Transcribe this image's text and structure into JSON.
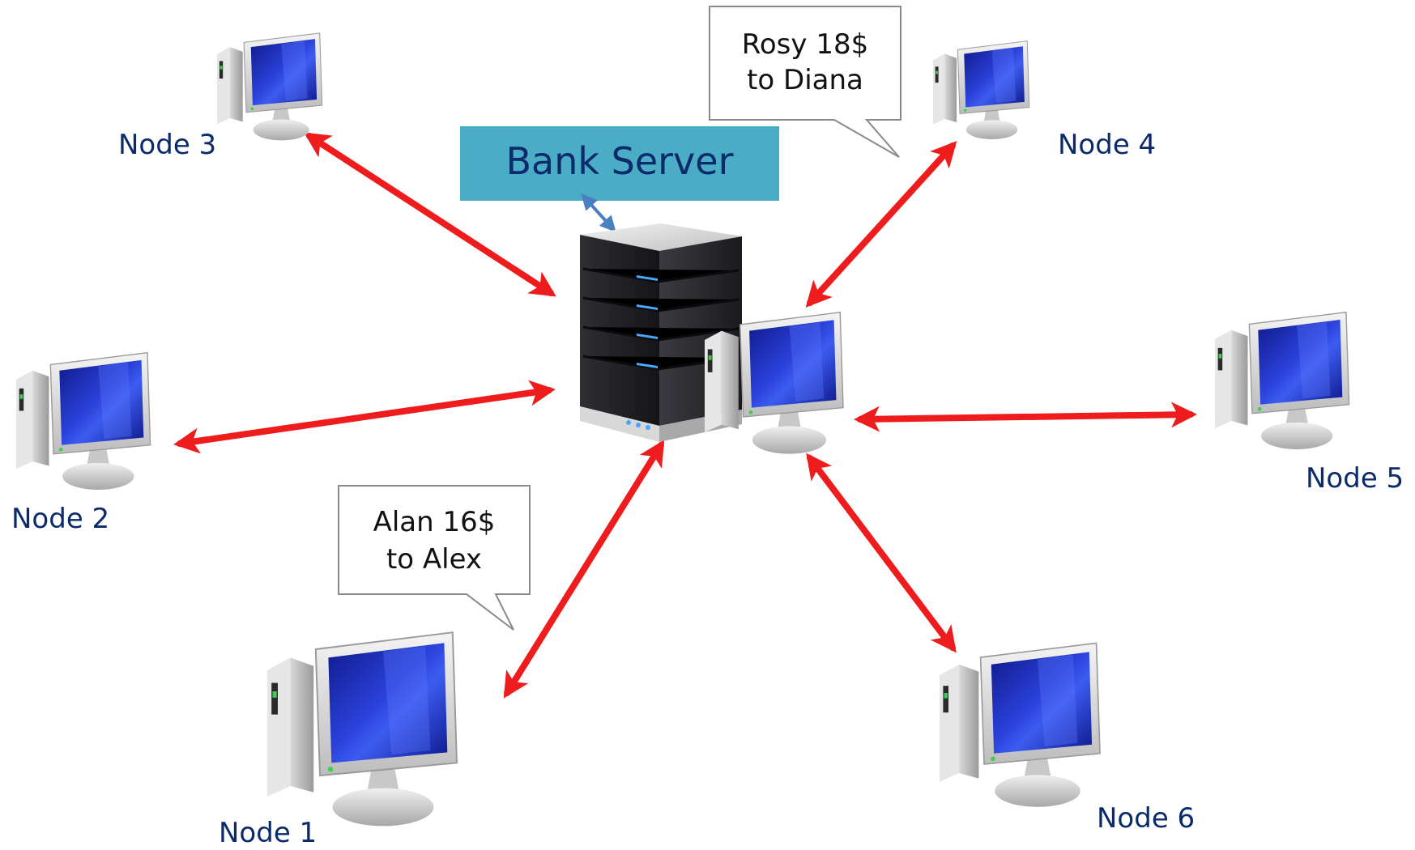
{
  "diagram": {
    "server_label": "Bank Server",
    "nodes": [
      {
        "id": "node1",
        "label": "Node 1"
      },
      {
        "id": "node2",
        "label": "Node 2"
      },
      {
        "id": "node3",
        "label": "Node 3"
      },
      {
        "id": "node4",
        "label": "Node 4"
      },
      {
        "id": "node5",
        "label": "Node 5"
      },
      {
        "id": "node6",
        "label": "Node 6"
      }
    ],
    "bubbles": [
      {
        "lines": [
          "Rosy 18$",
          "to Diana"
        ],
        "attached_to": "node4"
      },
      {
        "lines": [
          "Alan 16$",
          "to Alex"
        ],
        "attached_to": "node1"
      }
    ]
  },
  "colors": {
    "arrow": "#ee1c1c",
    "label": "#0b2a6b",
    "server_label_bg": "#4bacc6",
    "screen": "#1f2fbf",
    "small_arrow": "#4a7fc1"
  },
  "icons": {
    "server": "server-tower-icon",
    "computer": "desktop-computer-icon"
  }
}
